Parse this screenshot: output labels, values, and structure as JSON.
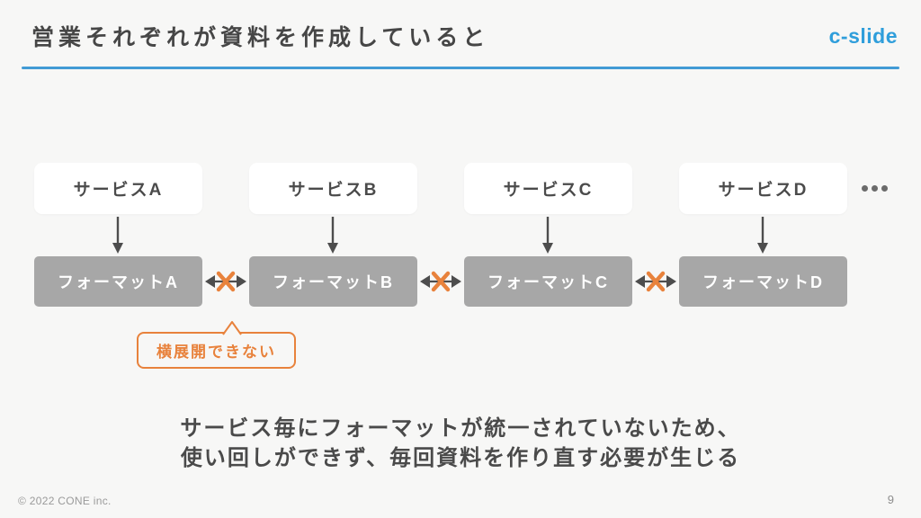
{
  "header": {
    "title": "営業それぞれが資料を作成していると",
    "logo": "c-slide"
  },
  "diagram": {
    "columns": [
      {
        "service": "サービスA",
        "format": "フォーマットA"
      },
      {
        "service": "サービスB",
        "format": "フォーマットB"
      },
      {
        "service": "サービスC",
        "format": "フォーマットC"
      },
      {
        "service": "サービスD",
        "format": "フォーマットD"
      }
    ],
    "callout": "横展開できない"
  },
  "summary": {
    "line1": "サービス毎にフォーマットが統一されていないため、",
    "line2": "使い回しができず、毎回資料を作り直す必要が生じる"
  },
  "footer": {
    "copyright": "© 2022 CONE inc.",
    "page_number": "9"
  },
  "colors": {
    "accent_blue": "#2f9edb",
    "divider_blue": "#429bd5",
    "accent_orange": "#e8823c",
    "format_box_gray": "#a7a7a7",
    "text_dark": "#4a4a4a"
  }
}
